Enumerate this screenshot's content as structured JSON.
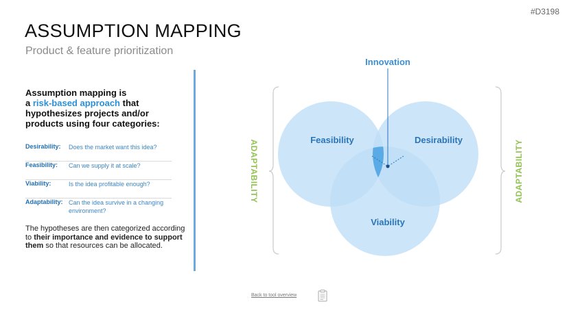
{
  "code": "#D3198",
  "title": "ASSUMPTION MAPPING",
  "subtitle": "Product & feature prioritization",
  "intro": {
    "line1": "Assumption mapping is",
    "line2_pre": "a ",
    "line2_highlight": "risk-based approach",
    "line2_post": " that",
    "line3": "hypothesizes projects and/or",
    "line4": "products using four categories:"
  },
  "categories": [
    {
      "key": "Desirability:",
      "desc": "Does the market want this idea?"
    },
    {
      "key": "Feasibility:",
      "desc": "Can we supply it at scale?"
    },
    {
      "key": "Viability:",
      "desc": "Is the idea profitable enough?"
    },
    {
      "key": "Adaptability:",
      "desc": "Can the idea survive in a changing environment?"
    }
  ],
  "outro": {
    "pre": "The hypotheses are then categorized according to ",
    "bold": "their importance and evidence to support them",
    "post": " so that resources can be allocated."
  },
  "diagram": {
    "center_label": "Innovation",
    "circles": [
      "Feasibility",
      "Desirability",
      "Viability"
    ],
    "side_label": "ADAPTABILITY",
    "colors": {
      "circle": "#bcdcf5",
      "overlap": "#a9d1f0",
      "center": "#5aaae6",
      "label": "#2a75b8",
      "innovation": "#3a8fd6",
      "side": "#92c353"
    }
  },
  "footer": {
    "link": "Back to tool overview",
    "icon": "clipboard-icon"
  }
}
